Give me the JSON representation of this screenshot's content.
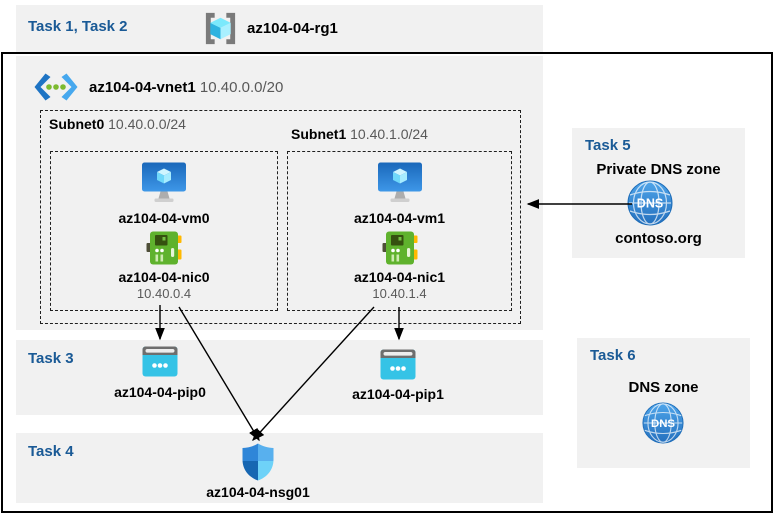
{
  "palette": {
    "task_label_color": "#1A5A96",
    "panel_bg": "#F1F1F1",
    "frame_border": "#000000",
    "muted_text": "#595959",
    "vm_screen_blue": "#1A68BA",
    "nic_green": "#5FB22D",
    "nic_yellow": "#FFB900",
    "pip_cyan": "#35C3E6",
    "nsg_blue": "#2F86D8",
    "dns_blue": "#2E86D4",
    "vnet_dot_green": "#7CBA2F",
    "arrow": "#000000"
  },
  "header": {
    "tasks_label": "Task 1, Task 2",
    "resource_group": "az104-04-rg1"
  },
  "vnet": {
    "name": "az104-04-vnet1",
    "cidr": "10.40.0.0/20",
    "subnets": [
      {
        "name": "Subnet0",
        "cidr": "10.40.0.0/24",
        "vm_name": "az104-04-vm0",
        "nic_name": "az104-04-nic0",
        "nic_ip": "10.40.0.4"
      },
      {
        "name": "Subnet1",
        "cidr": "10.40.1.0/24",
        "vm_name": "az104-04-vm1",
        "nic_name": "az104-04-nic1",
        "nic_ip": "10.40.1.4"
      }
    ]
  },
  "task3": {
    "label": "Task 3",
    "pip0": "az104-04-pip0",
    "pip1": "az104-04-pip1"
  },
  "task4": {
    "label": "Task 4",
    "nsg_name": "az104-04-nsg01"
  },
  "task5": {
    "label": "Task 5",
    "title": "Private DNS zone",
    "zone_name": "contoso.org",
    "dns_badge": "DNS"
  },
  "task6": {
    "label": "Task 6",
    "title": "DNS zone",
    "dns_badge": "DNS"
  }
}
